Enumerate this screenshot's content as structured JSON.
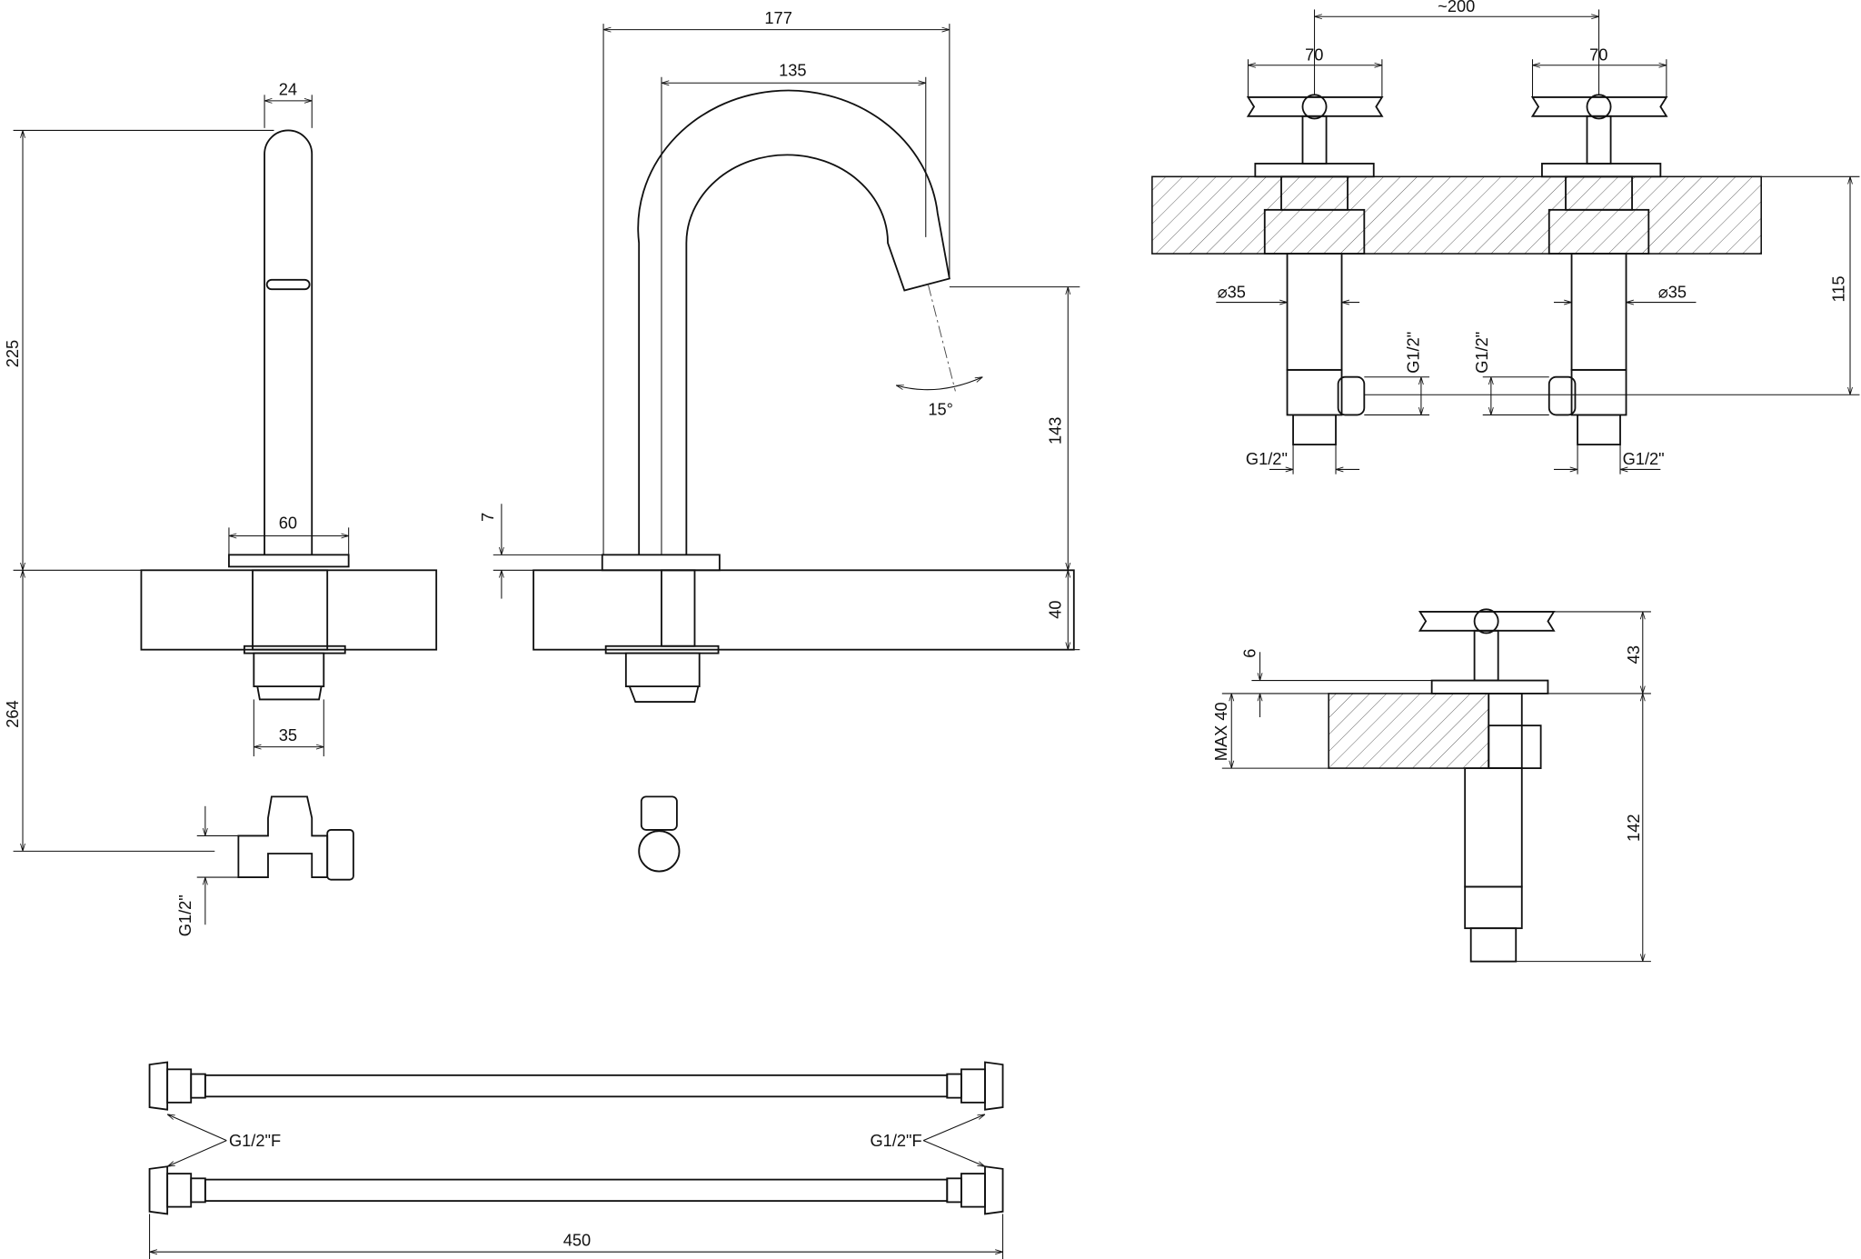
{
  "dimensions": {
    "spout_width": "24",
    "spout_height": "225",
    "under_depth": "264",
    "base_width": "60",
    "under_width": "35",
    "reach_outer": "177",
    "reach_inner": "135",
    "angle": "15°",
    "outlet_height": "143",
    "base_thickness": "7",
    "counter_thickness": "40",
    "handle_spacing": "~200",
    "handle_width_left": "70",
    "handle_width_right": "70",
    "diam_left": "⌀35",
    "diam_right": "⌀35",
    "valve_height": "115",
    "thread_left_v": "G1/2\"",
    "thread_right_v": "G1/2\"",
    "thread_left_h": "G1/2\"",
    "thread_right_h": "G1/2\"",
    "thread_valve": "G1/2\"",
    "handle_height": "43",
    "flange": "6",
    "max_counter": "MAX 40",
    "valve_depth": "142",
    "hose_thread_left": "G1/2\"F",
    "hose_thread_right": "G1/2\"F",
    "hose_length": "450"
  }
}
